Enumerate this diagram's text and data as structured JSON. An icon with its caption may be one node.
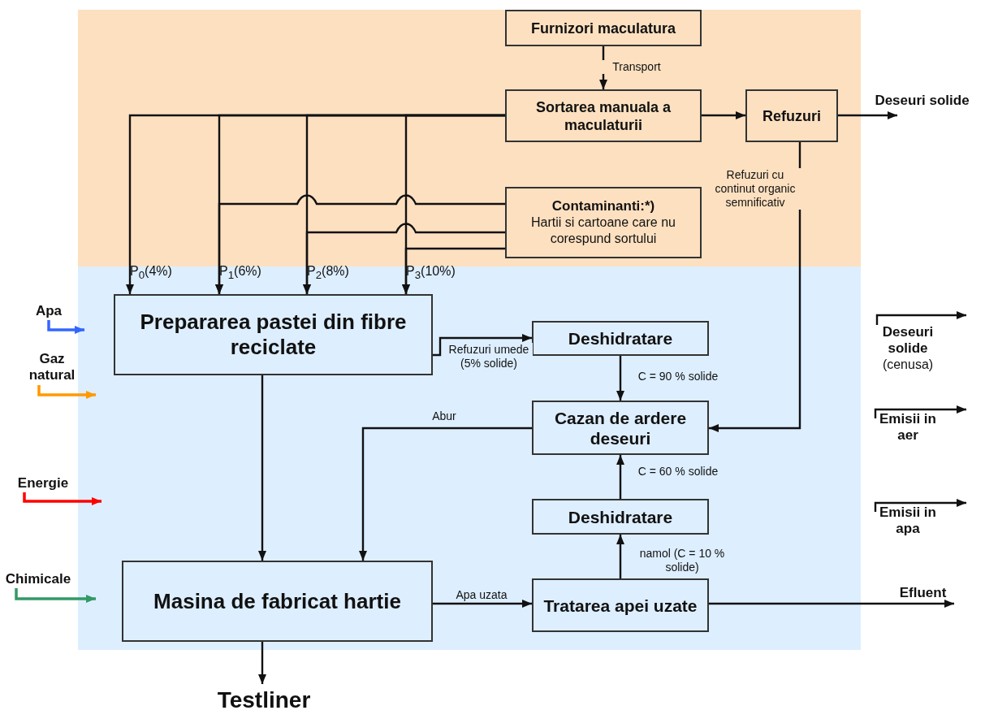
{
  "diagram": {
    "nodes": [
      {
        "text": [
          "Furnizori maculatura"
        ]
      },
      {
        "text": [
          "Sortarea manuala a maculaturii"
        ]
      },
      {
        "text": [
          "Refuzuri"
        ]
      },
      {
        "text": [
          "Deseuri solide"
        ]
      },
      {
        "text": [
          "Contaminanti:*)",
          "Hartii si cartoane care nu corespund sortului"
        ]
      },
      {
        "text": [
          "Apa"
        ]
      },
      {
        "text": [
          "Gaz natural"
        ]
      },
      {
        "text": [
          "Prepararea pastei din fibre reciclate"
        ]
      },
      {
        "text": [
          "Deshidratare"
        ]
      },
      {
        "text": [
          "Deseuri solide",
          "(cenusa)"
        ]
      },
      {
        "text": [
          "Energie"
        ]
      },
      {
        "text": [
          "Cazan de ardere deseuri"
        ]
      },
      {
        "text": [
          "Emisii in aer"
        ]
      },
      {
        "text": [
          "Emisii in apa"
        ]
      },
      {
        "text": [
          "Deshidratare"
        ]
      },
      {
        "text": [
          "Chimicale"
        ]
      },
      {
        "text": [
          "Masina de fabricat hartie"
        ]
      },
      {
        "text": [
          "Tratarea apei uzate"
        ]
      },
      {
        "text": [
          "Efluent"
        ]
      },
      {
        "text": [
          "Testliner"
        ]
      }
    ],
    "edges": [
      {
        "from": 0,
        "to": 1,
        "arrow": "to",
        "label": "Transport"
      },
      {
        "from": 1,
        "to": 7,
        "arrow": "to",
        "label": "P$_{0}$(4%)"
      },
      {
        "from": 1,
        "to": 7,
        "arrow": "to",
        "label": "P$_{1}$(6%)"
      },
      {
        "from": 1,
        "to": 7,
        "arrow": "to",
        "label": "P$_{2}$(8%)"
      },
      {
        "from": 1,
        "to": 7,
        "arrow": "to",
        "label": "P$_{3}$(10%)"
      },
      {
        "from": 4,
        "to": 7,
        "arrow": "to"
      },
      {
        "from": 4,
        "to": 7,
        "arrow": "to"
      },
      {
        "from": 4,
        "to": 7,
        "arrow": "to"
      },
      {
        "from": 1,
        "to": 2,
        "arrow": "to"
      },
      {
        "from": 2,
        "to": 3,
        "arrow": "to"
      },
      {
        "from": 2,
        "to": 11,
        "arrow": "to",
        "label": "Refuzuri cu continut organic semnificativ"
      },
      {
        "from": 5,
        "to": null,
        "arrow": "to",
        "color": "#3366ff"
      },
      {
        "from": 6,
        "to": null,
        "arrow": "to",
        "color": "#ff9900"
      },
      {
        "from": 10,
        "to": null,
        "arrow": "to",
        "color": "#ff0000"
      },
      {
        "from": 15,
        "to": null,
        "arrow": "to",
        "color": "#339966"
      },
      {
        "from": 7,
        "to": 8,
        "arrow": "to",
        "label": "Refuzuri umede (5% solide)"
      },
      {
        "from": 8,
        "to": 11,
        "arrow": "to",
        "label": "C = 90 % solide"
      },
      {
        "from": 11,
        "to": 16,
        "arrow": "to",
        "label": "Abur"
      },
      {
        "from": 7,
        "to": 16,
        "arrow": "to"
      },
      {
        "from": 9,
        "to": null,
        "arrow": "to"
      },
      {
        "from": 12,
        "to": null,
        "arrow": "to"
      },
      {
        "from": 13,
        "to": null,
        "arrow": "to"
      },
      {
        "from": 14,
        "to": 11,
        "arrow": "to",
        "label": "C = 60 % solide"
      },
      {
        "from": 17,
        "to": 14,
        "arrow": "to",
        "label": "namol (C = 10 % solide)"
      },
      {
        "from": 16,
        "to": 17,
        "arrow": "to",
        "label": "Apa uzata"
      },
      {
        "from": 17,
        "to": 18,
        "arrow": "to"
      },
      {
        "from": 16,
        "to": 19,
        "arrow": "to"
      }
    ]
  }
}
